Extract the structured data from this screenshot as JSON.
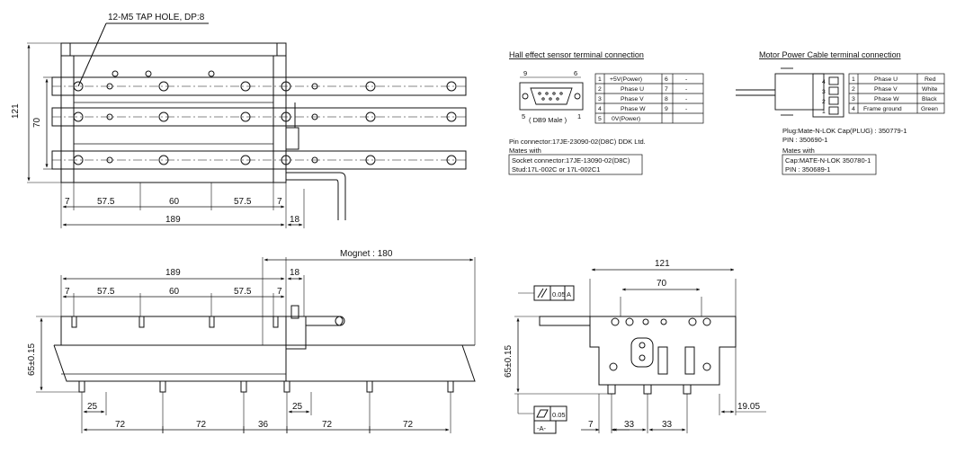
{
  "top_view": {
    "callout": "12-M5 TAP HOLE, DP:8",
    "height_outer": "121",
    "height_inner": "70",
    "dims_bottom": [
      "7",
      "57.5",
      "60",
      "57.5",
      "7"
    ],
    "total_length": "189",
    "extra": "18"
  },
  "side_view": {
    "magnet": "Mognet : 180",
    "total_length": "189",
    "extra": "18",
    "dims_top": [
      "7",
      "57.5",
      "60",
      "57.5",
      "7"
    ],
    "height": "65±0.15",
    "dims_bottom": [
      "25",
      "25"
    ],
    "pitches": [
      "72",
      "72",
      "36",
      "72",
      "72"
    ]
  },
  "end_view": {
    "width": "121",
    "inner": "70",
    "height": "65±0.15",
    "parallel_tol": "0.05",
    "parallel_ref": "A",
    "flat_tol": "0.05",
    "datum": "-A-",
    "dims_bottom": [
      "7",
      "33",
      "33",
      "19.05"
    ]
  },
  "hall": {
    "title": "Hall effect sensor terminal connection",
    "pin_nums": [
      "9",
      "6",
      "5",
      "1"
    ],
    "db9_label": "( DB9 Male )",
    "table": [
      [
        "1",
        "+5V(Power)",
        "6",
        "-"
      ],
      [
        "2",
        "Phase U",
        "7",
        "-"
      ],
      [
        "3",
        "Phase V",
        "8",
        "-"
      ],
      [
        "4",
        "Phase W",
        "9",
        "-"
      ],
      [
        "5",
        "0V(Power)",
        "",
        ""
      ]
    ],
    "pin_connector": "Pin connector:17JE-23090-02(D8C) DDK Ltd.",
    "mates_with": "Mates with",
    "socket": "Socket connector:17JE-13090-02(D8C)",
    "stud": "Stud:17L-002C or 17L-002C1"
  },
  "motor": {
    "title": "Motor Power Cable terminal connection",
    "pins": [
      "4",
      "3",
      "2",
      "1"
    ],
    "table": [
      [
        "1",
        "Phase U",
        "Red"
      ],
      [
        "2",
        "Phase V",
        "White"
      ],
      [
        "3",
        "Phase W",
        "Black"
      ],
      [
        "4",
        "Frame ground",
        "Green"
      ]
    ],
    "plug": "Plug:Mate-N-LOK Cap(PLUG) : 350779-1",
    "pin": "PIN : 350690-1",
    "mates_with": "Mates with",
    "cap": "Cap:MATE-N-LOK 350780-1",
    "cap_pin": "PIN : 350689-1"
  }
}
